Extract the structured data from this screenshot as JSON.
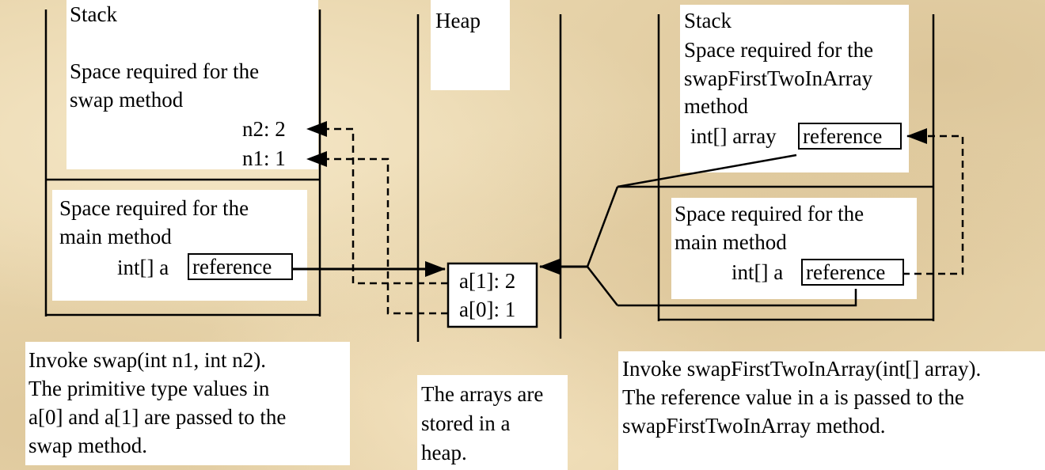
{
  "left_stack": {
    "title": "Stack",
    "swap_frame": {
      "line1": "Space required for the",
      "line2": "swap method",
      "n2": "n2: 2",
      "n1": "n1: 1"
    },
    "main_frame": {
      "line1": "Space required for the",
      "line2": "main method",
      "var_label": "int[] a",
      "ref_label": "reference"
    }
  },
  "heap": {
    "title": "Heap",
    "cells": [
      "a[1]: 2",
      "a[0]: 1"
    ]
  },
  "right_stack": {
    "title": "Stack",
    "swap_frame": {
      "line1": "Space required for the",
      "line2": "swapFirstTwoInArray",
      "line3": "method",
      "var_label": "int[] array",
      "ref_label": "reference"
    },
    "main_frame": {
      "line1": "Space required for the",
      "line2": "main method",
      "var_label": "int[] a",
      "ref_label": "reference"
    }
  },
  "notes": {
    "left": [
      "Invoke swap(int n1, int n2).",
      "The primitive type values in",
      "a[0] and a[1] are passed to  the",
      "swap method."
    ],
    "middle": [
      "The arrays are",
      "stored in a",
      "heap."
    ],
    "right": [
      "Invoke swapFirstTwoInArray(int[] array).",
      "The reference value in a is passed to  the",
      "swapFirstTwoInArray method."
    ]
  }
}
